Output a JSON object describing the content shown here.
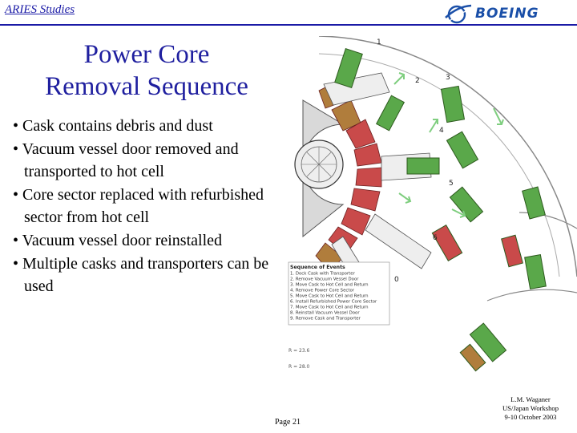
{
  "header": {
    "label": "ARIES Studies",
    "logo_text": "BOEING",
    "accent_color": "#1a1aa6"
  },
  "title": {
    "line1": "Power Core",
    "line2": "Removal Sequence"
  },
  "bullets": [
    "• Cask contains debris and dust",
    "• Vacuum vessel door removed and transported to hot cell",
    "• Core sector replaced with refurbished sector from hot cell",
    "• Vacuum vessel door reinstalled",
    "• Multiple casks and transporters can be used"
  ],
  "diagram": {
    "position_numbers": [
      "1",
      "2",
      "3",
      "4",
      "5",
      "6",
      "0"
    ],
    "legend_title": "Sequence of Events",
    "legend_lines": [
      "1. Dock Cask with Transporter",
      "2. Remove Vacuum Vessel Door",
      "3. Move Cask to Hot Cell and Return",
      "4. Remove Power Core Sector",
      "5. Move Cask to Hot Cell and Return",
      "6. Install Refurbished Power Core Sector",
      "7. Move Cask to Hot Cell and Return",
      "8. Reinstall Vacuum Vessel Door",
      "9. Remove Cask and Transporter"
    ],
    "radius_labels": [
      "R = 23.6",
      "R = 28.0"
    ]
  },
  "footer": {
    "page": "Page 21",
    "author_lines": [
      "L.M. Waganer",
      "US/Japan Workshop",
      "9-10 October 2003"
    ]
  },
  "colors": {
    "sector_red": "#c94a4a",
    "sector_tan": "#b07d3c",
    "cask_green": "#5aa84a",
    "title_blue": "#1f1f9f"
  }
}
